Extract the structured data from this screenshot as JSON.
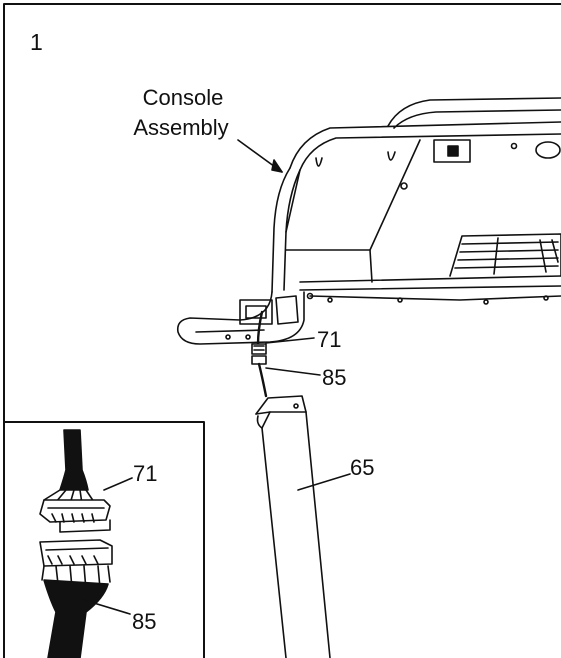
{
  "step_number": "1",
  "callouts": {
    "console_assembly_line1": "Console",
    "console_assembly_line2": "Assembly",
    "part_71": "71",
    "part_85": "85",
    "part_65": "65"
  },
  "inset": {
    "part_71": "71",
    "part_85": "85"
  }
}
